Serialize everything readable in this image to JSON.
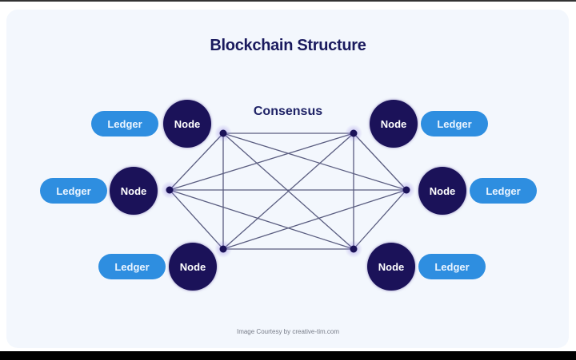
{
  "title": "Blockchain Structure",
  "consensus_label": "Consensus",
  "credit": "Image Courtesy by creative-tim.com",
  "colors": {
    "background": "#f3f7fd",
    "node": "#1b1259",
    "ledger": "#2e8ee0",
    "edge": "#5a5d80",
    "title": "#1a1a5e"
  },
  "groups": [
    {
      "id": "top-left",
      "node_label": "Node",
      "ledger_label": "Ledger"
    },
    {
      "id": "middle-left",
      "node_label": "Node",
      "ledger_label": "Ledger"
    },
    {
      "id": "bottom-left",
      "node_label": "Node",
      "ledger_label": "Ledger"
    },
    {
      "id": "top-right",
      "node_label": "Node",
      "ledger_label": "Ledger"
    },
    {
      "id": "middle-right",
      "node_label": "Node",
      "ledger_label": "Ledger"
    },
    {
      "id": "bottom-right",
      "node_label": "Node",
      "ledger_label": "Ledger"
    }
  ],
  "network": {
    "points": [
      "top-left",
      "top-right",
      "middle-left",
      "middle-right",
      "bottom-left",
      "bottom-right"
    ],
    "topology": "fully-connected"
  }
}
